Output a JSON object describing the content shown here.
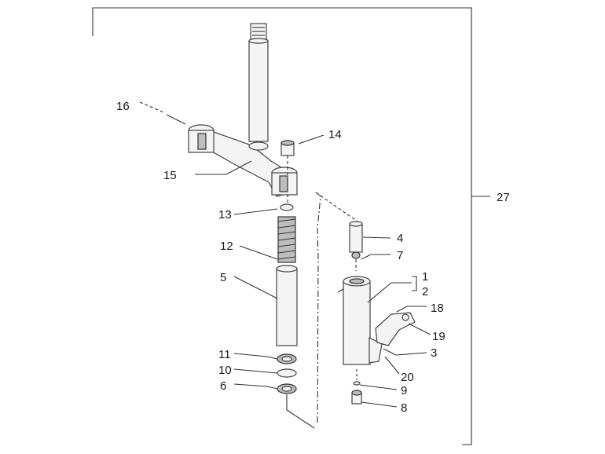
{
  "callouts": {
    "c1": "1",
    "c2": "2",
    "c3": "3",
    "c4": "4",
    "c5": "5",
    "c6": "6",
    "c7": "7",
    "c8": "8",
    "c9": "9",
    "c10": "10",
    "c11": "11",
    "c12": "12",
    "c13": "13",
    "c14": "14",
    "c15": "15",
    "c16": "16",
    "c18": "18",
    "c19": "19",
    "c20": "20",
    "c27": "27"
  }
}
